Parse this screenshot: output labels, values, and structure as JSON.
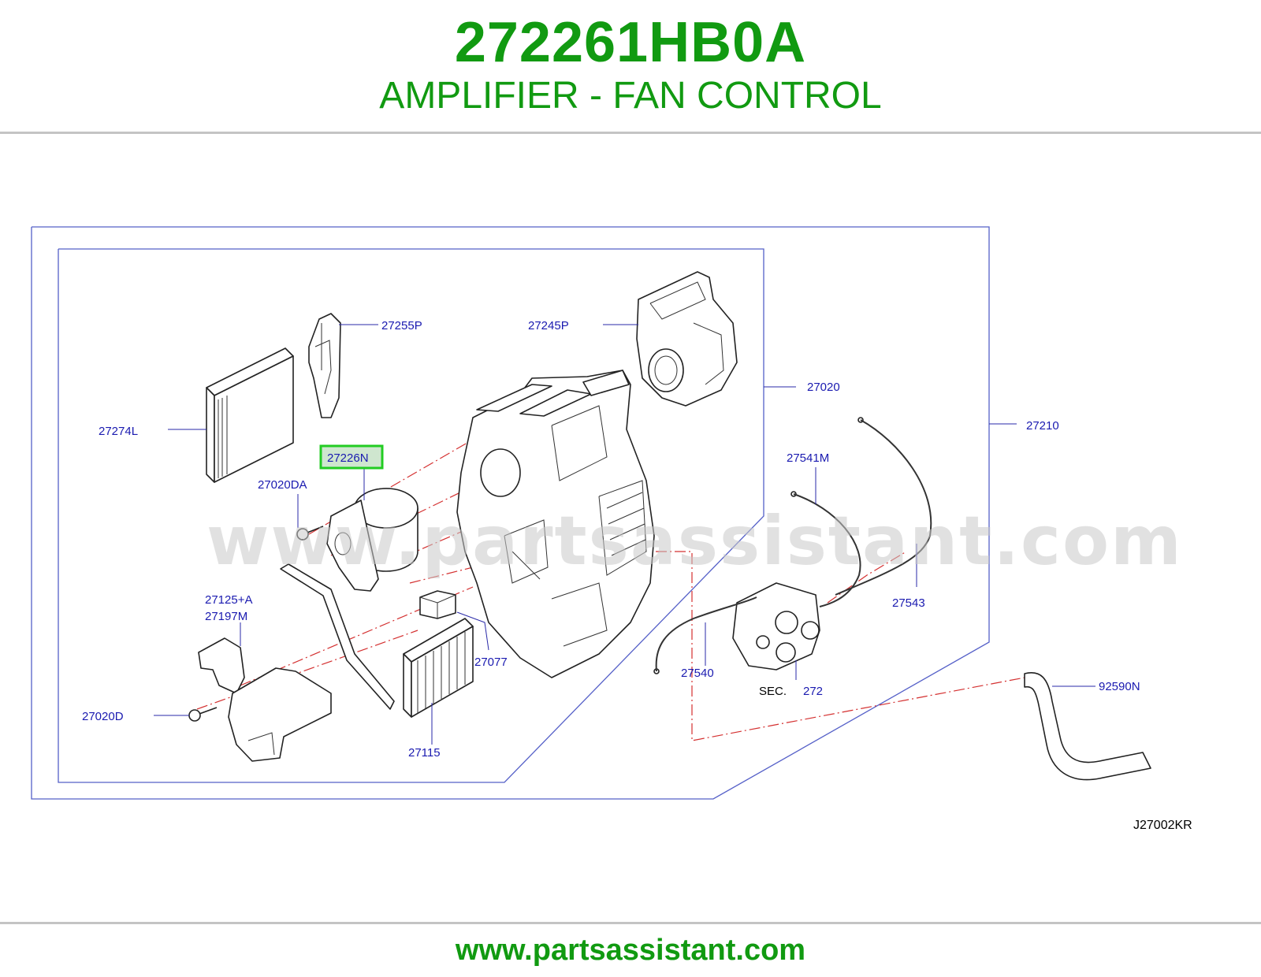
{
  "header": {
    "part_number": "272261HB0A",
    "part_title": "AMPLIFIER - FAN CONTROL"
  },
  "diagram": {
    "watermark": "www.partsassistant.com",
    "drawing_code": "J27002KR",
    "highlighted_part": "27226N",
    "sec_reference": {
      "label": "SEC.",
      "value": "272"
    },
    "callouts": {
      "p27255P": "27255P",
      "p27245P": "27245P",
      "p27020": "27020",
      "p27210": "27210",
      "p27274L": "27274L",
      "p27226N": "27226N",
      "p27020DA": "27020DA",
      "p27541M": "27541M",
      "p27543": "27543",
      "p27125A": "27125+A",
      "p27197M": "27197M",
      "p27077": "27077",
      "p27540": "27540",
      "p27020D": "27020D",
      "p27115": "27115",
      "p92590N": "92590N"
    },
    "colors": {
      "title_green": "#119a11",
      "callout_blue": "#1a1ab0",
      "highlight_box": "#22cc22",
      "guide_dash_red": "#d43030"
    }
  },
  "footer": {
    "url": "www.partsassistant.com"
  }
}
